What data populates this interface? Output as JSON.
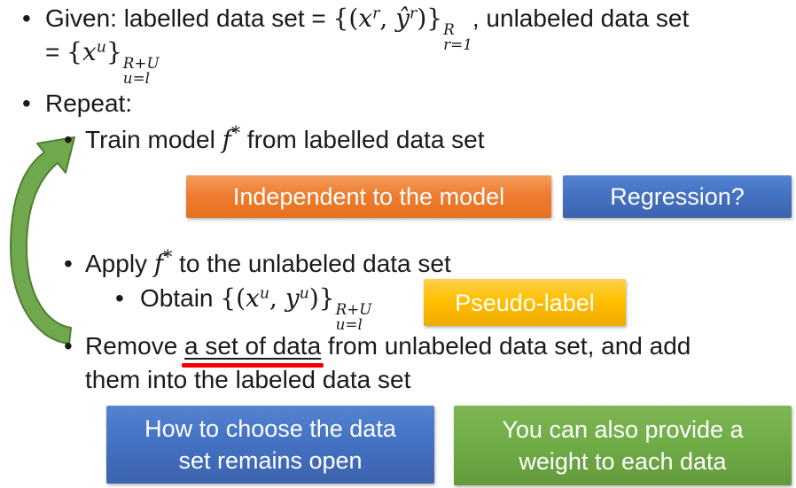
{
  "colors": {
    "orange_box": "#ED7D31",
    "blue_box": "#4472C4",
    "gold_box": "#FFC000",
    "green_box": "#70AD47",
    "arrow_green": "#6FA84D",
    "underline_red": "#F20000",
    "text": "#1A1A1A",
    "box_text": "#FFFFFF"
  },
  "slide": {
    "bullet_char": "•",
    "given": {
      "prefix": "Given: labelled data set = ",
      "set1": {
        "open": "{(",
        "x": "x",
        "xsup": "r",
        "comma": ", ",
        "y": "ŷ",
        "ysup": "r",
        "close": ")}",
        "sup": "R",
        "sub": "r=1"
      },
      "suffix": ", unlabeled data set",
      "line2": {
        "eq": "= ",
        "open": "{",
        "x": "x",
        "xsup": "u",
        "close": "}",
        "sup": "R+U",
        "sub": "u=l"
      }
    },
    "repeat_label": "Repeat:",
    "train": {
      "prefix": "Train model ",
      "f": "f",
      "fsup": "*",
      "suffix": " from labelled data set"
    },
    "apply": {
      "prefix": "Apply ",
      "f": "f",
      "fsup": "*",
      "suffix": " to the unlabeled data set"
    },
    "obtain": {
      "prefix": "Obtain ",
      "set": {
        "open": "{(",
        "x": "x",
        "xsup": "u",
        "comma": ", ",
        "y": "y",
        "ysup": "u",
        "close": ")}",
        "sup": "R+U",
        "sub": "u=l"
      }
    },
    "remove": {
      "prefix": "Remove ",
      "underlined": "a set of data",
      "suffix": " from unlabeled data set, and add",
      "line2": "them into the labeled data set"
    },
    "callouts": {
      "independent": "Independent to the model",
      "regression": "Regression?",
      "pseudo_label": "Pseudo-label",
      "choose_line1": "How to choose the data",
      "choose_line2": "set remains open",
      "weight_line1": "You can also provide a",
      "weight_line2": "weight to each data"
    }
  }
}
